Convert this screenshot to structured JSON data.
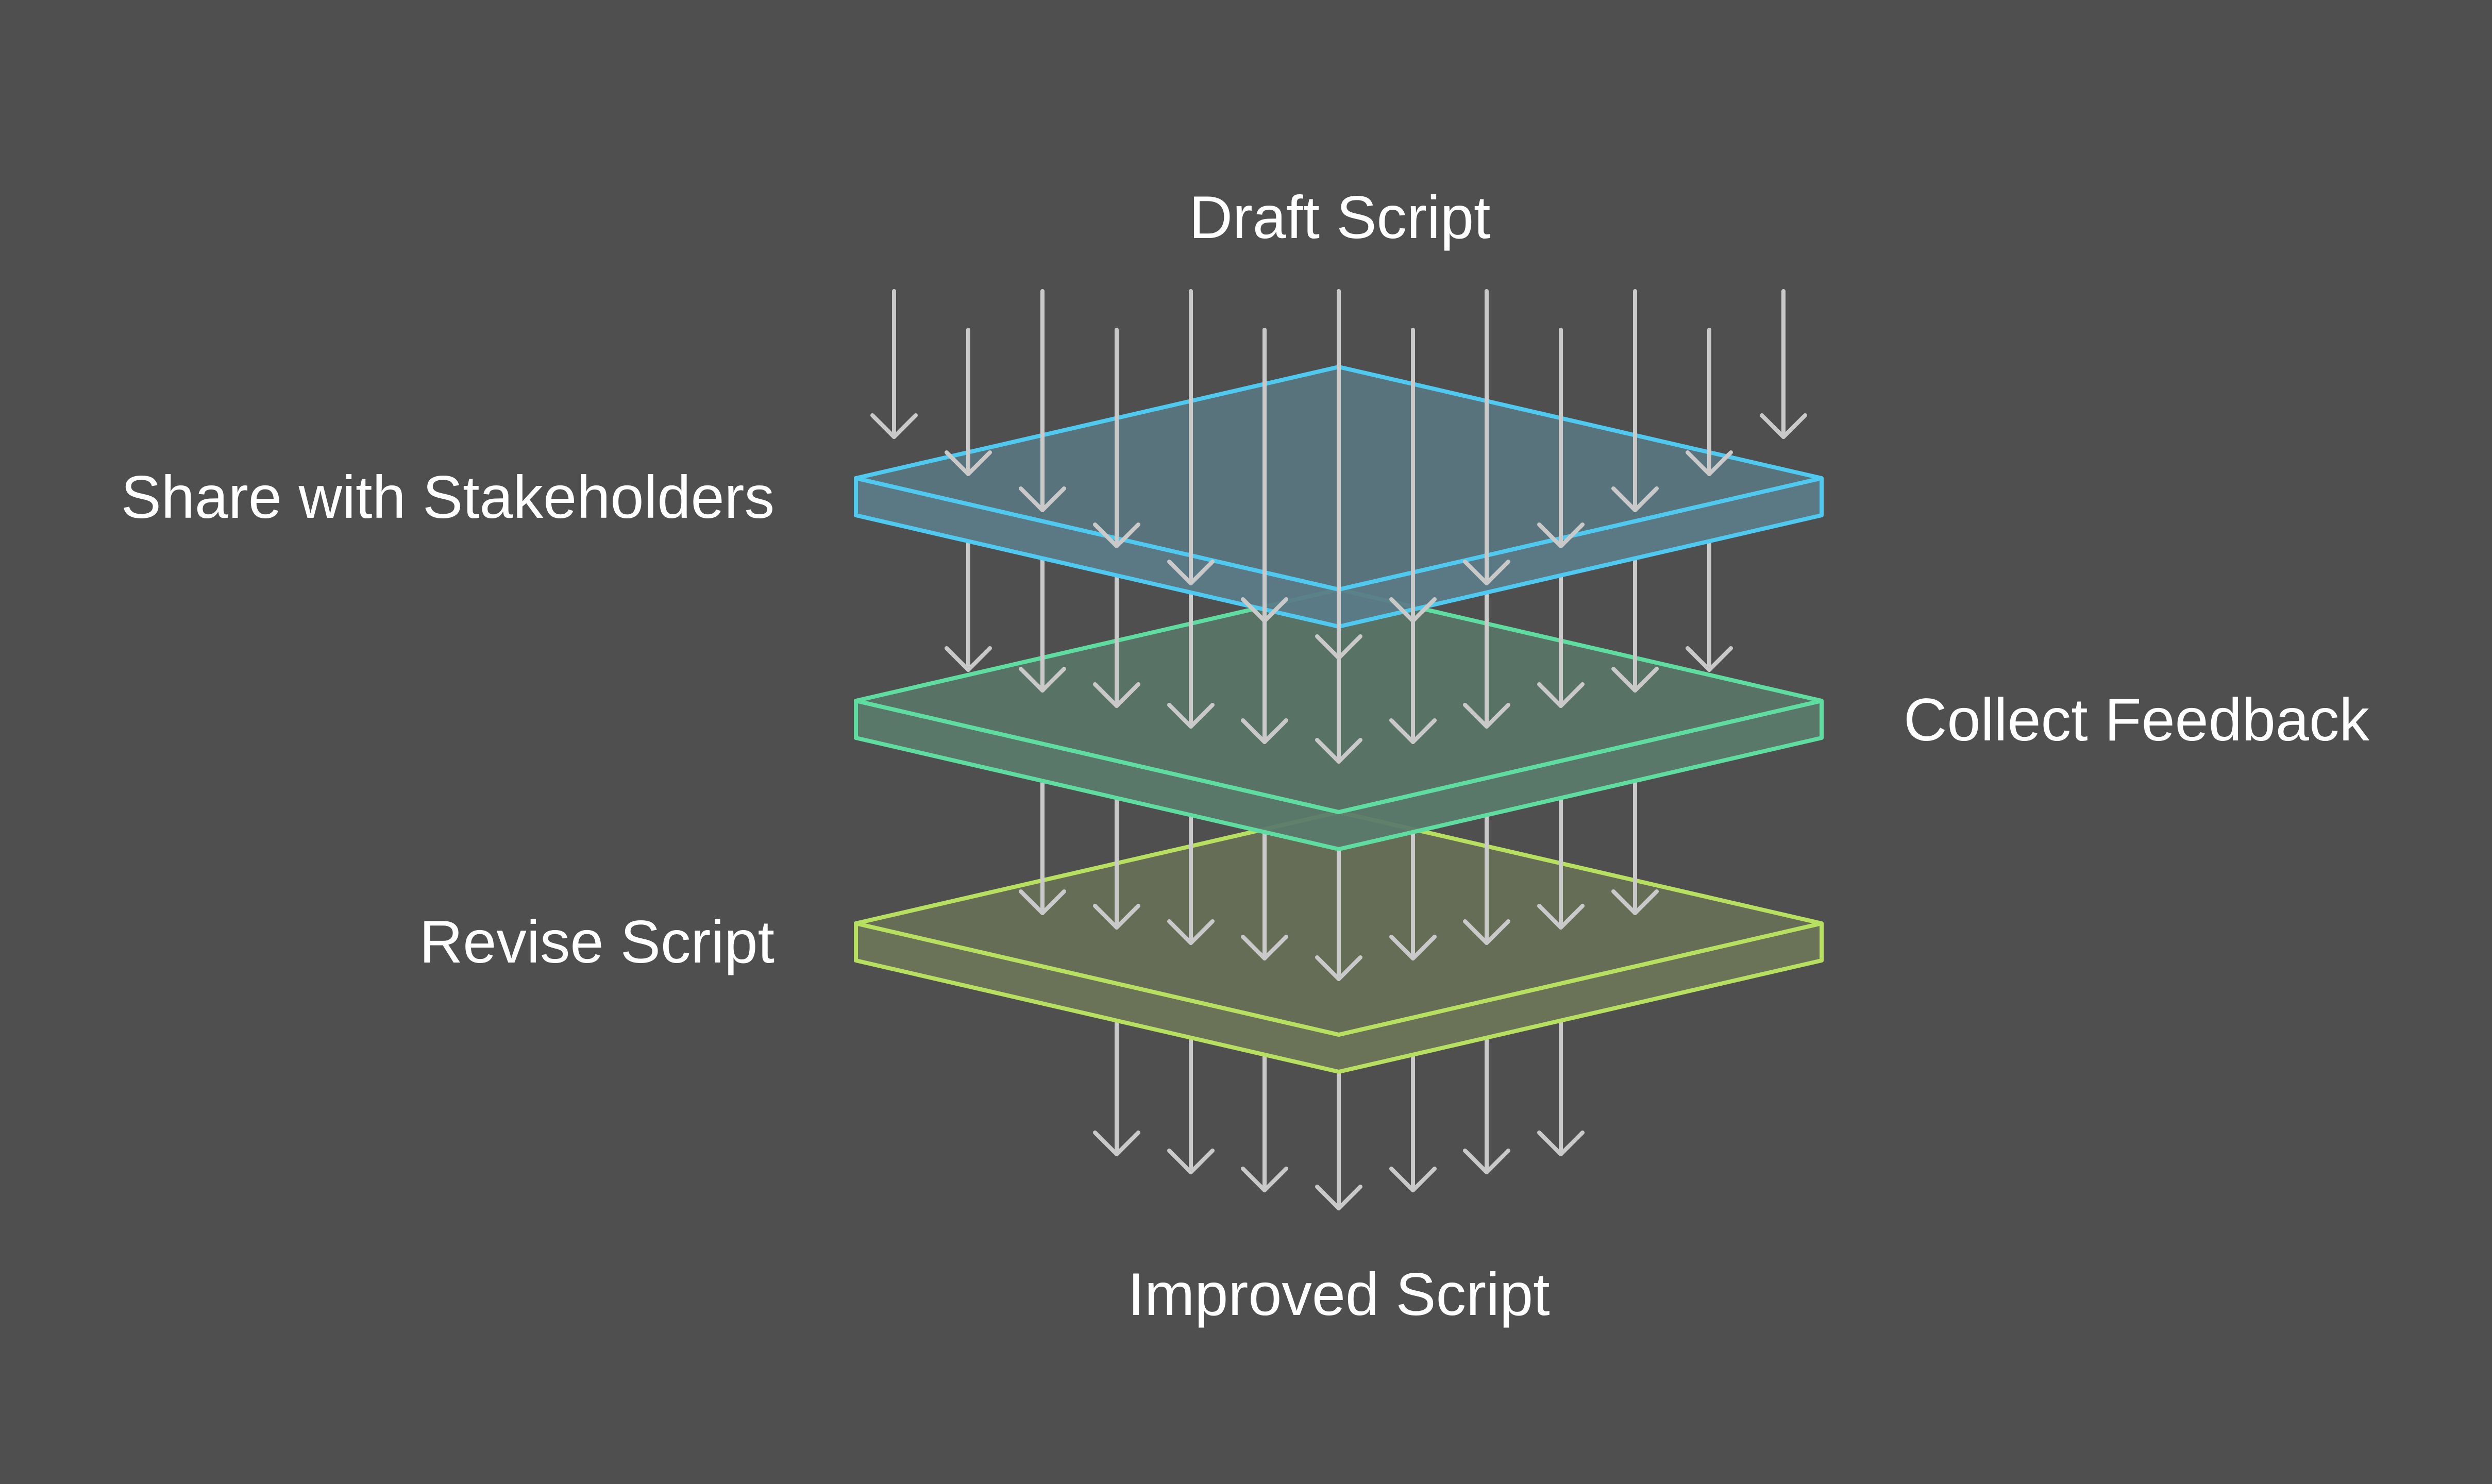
{
  "diagram": {
    "title": "Draft Script",
    "output": "Improved Script",
    "layers": [
      {
        "label": "Share with Stakeholders",
        "color": "#4fc9f0",
        "fill": "#5b7b88",
        "side": "left"
      },
      {
        "label": "Collect Feedback",
        "color": "#5fdca0",
        "fill": "#5b7a6b",
        "side": "right"
      },
      {
        "label": "Revise Script",
        "color": "#b8e060",
        "fill": "#6b7458",
        "side": "left"
      }
    ],
    "background": "#4f4f4f",
    "arrow_color": "#c9c9c9"
  }
}
